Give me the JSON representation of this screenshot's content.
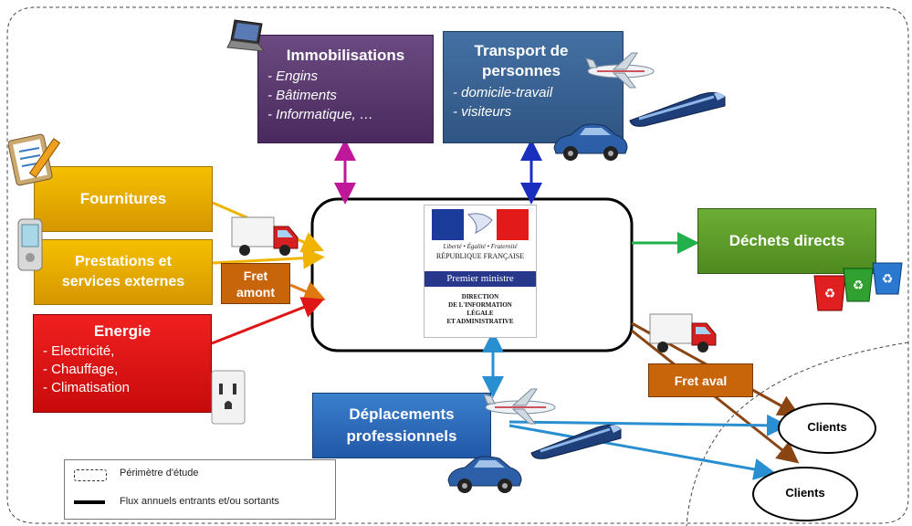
{
  "immobilisations": {
    "title": "Immobilisations",
    "items": [
      "- Engins",
      "- Bâtiments",
      "- Informatique, …"
    ]
  },
  "transport": {
    "title_line1": "Transport de",
    "title_line2": "personnes",
    "items": [
      "- domicile-travail",
      "- visiteurs"
    ]
  },
  "fournitures": {
    "title": "Fournitures"
  },
  "prestations": {
    "line1": "Prestations et",
    "line2": "services externes"
  },
  "energie": {
    "title": "Energie",
    "items": [
      "- Electricité,",
      "- Chauffage,",
      "- Climatisation"
    ]
  },
  "fret_amont": {
    "line1": "Fret",
    "line2": "amont"
  },
  "dechets": {
    "title": "Déchets directs"
  },
  "deplacements": {
    "line1": "Déplacements",
    "line2": "professionnels"
  },
  "fret_aval": {
    "title": "Fret aval"
  },
  "clients": {
    "a": "Clients",
    "b": "Clients"
  },
  "logo": {
    "motto": "Liberté • Égalité • Fraternité",
    "republic": "RÉPUBLIQUE FRANÇAISE",
    "premier": "Premier ministre",
    "direction": [
      "DIRECTION",
      "DE L'INFORMATION",
      "LÉGALE",
      "ET ADMINISTRATIVE"
    ]
  },
  "legend": {
    "perimetre": "Périmètre d'étude",
    "flux": "Flux annuels entrants et/ou sortants"
  },
  "colors": {
    "immobilisations": "#5a3a6e",
    "transport": "#3b5f8f",
    "fournitures": "#e0a800",
    "energie": "#e01515",
    "fret": "#c8640a",
    "dechets": "#5a9a2a",
    "deplacements": "#2e6db5",
    "arrow_magenta": "#c0189a",
    "arrow_blue": "#1a2fbf",
    "arrow_yellow": "#f0b400",
    "arrow_orange": "#e07a10",
    "arrow_red": "#e01515",
    "arrow_green": "#22b04a",
    "arrow_lightblue": "#2a8fd0",
    "arrow_brown": "#8b4513"
  }
}
